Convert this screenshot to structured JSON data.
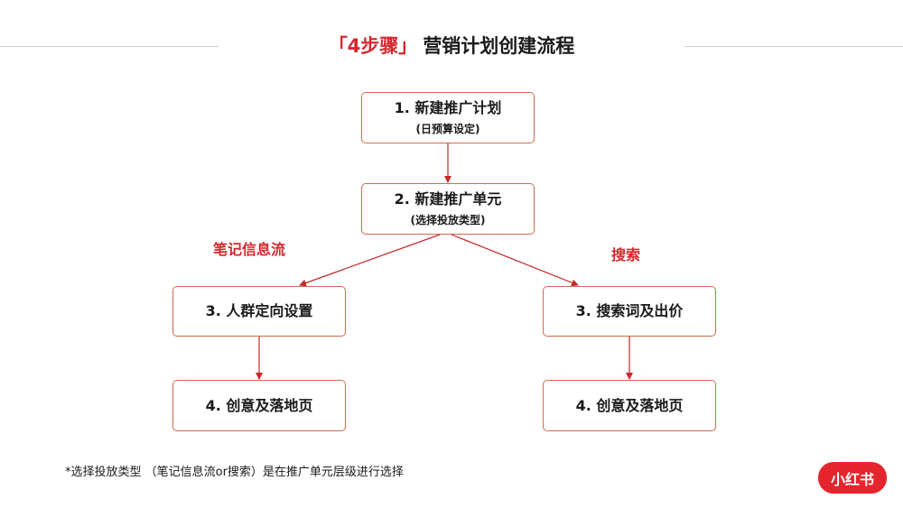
{
  "header": {
    "title_accent": "「4步骤」",
    "title_main": "营销计划创建流程"
  },
  "steps": {
    "step1": {
      "label": "1.  新建推广计划",
      "sub": "(日预算设定)"
    },
    "step2": {
      "label": "2. 新建推广单元",
      "sub": "(选择投放类型)"
    },
    "step3_left": {
      "label": "3. 人群定向设置"
    },
    "step3_right": {
      "label": "3. 搜索词及出价"
    },
    "step4_left": {
      "label": "4. 创意及落地页"
    },
    "step4_right": {
      "label": "4. 创意及落地页"
    }
  },
  "branches": {
    "left": "笔记信息流",
    "right": "搜索"
  },
  "footnote": "*选择投放类型 （笔记信息流or搜索）是在推广单元层级进行选择",
  "logo": {
    "text": "小红书"
  },
  "colors": {
    "accent": "#d6272d",
    "box_border": "#d06a4e",
    "arrow": "#c62828",
    "logo_bg": "#e5252d"
  }
}
